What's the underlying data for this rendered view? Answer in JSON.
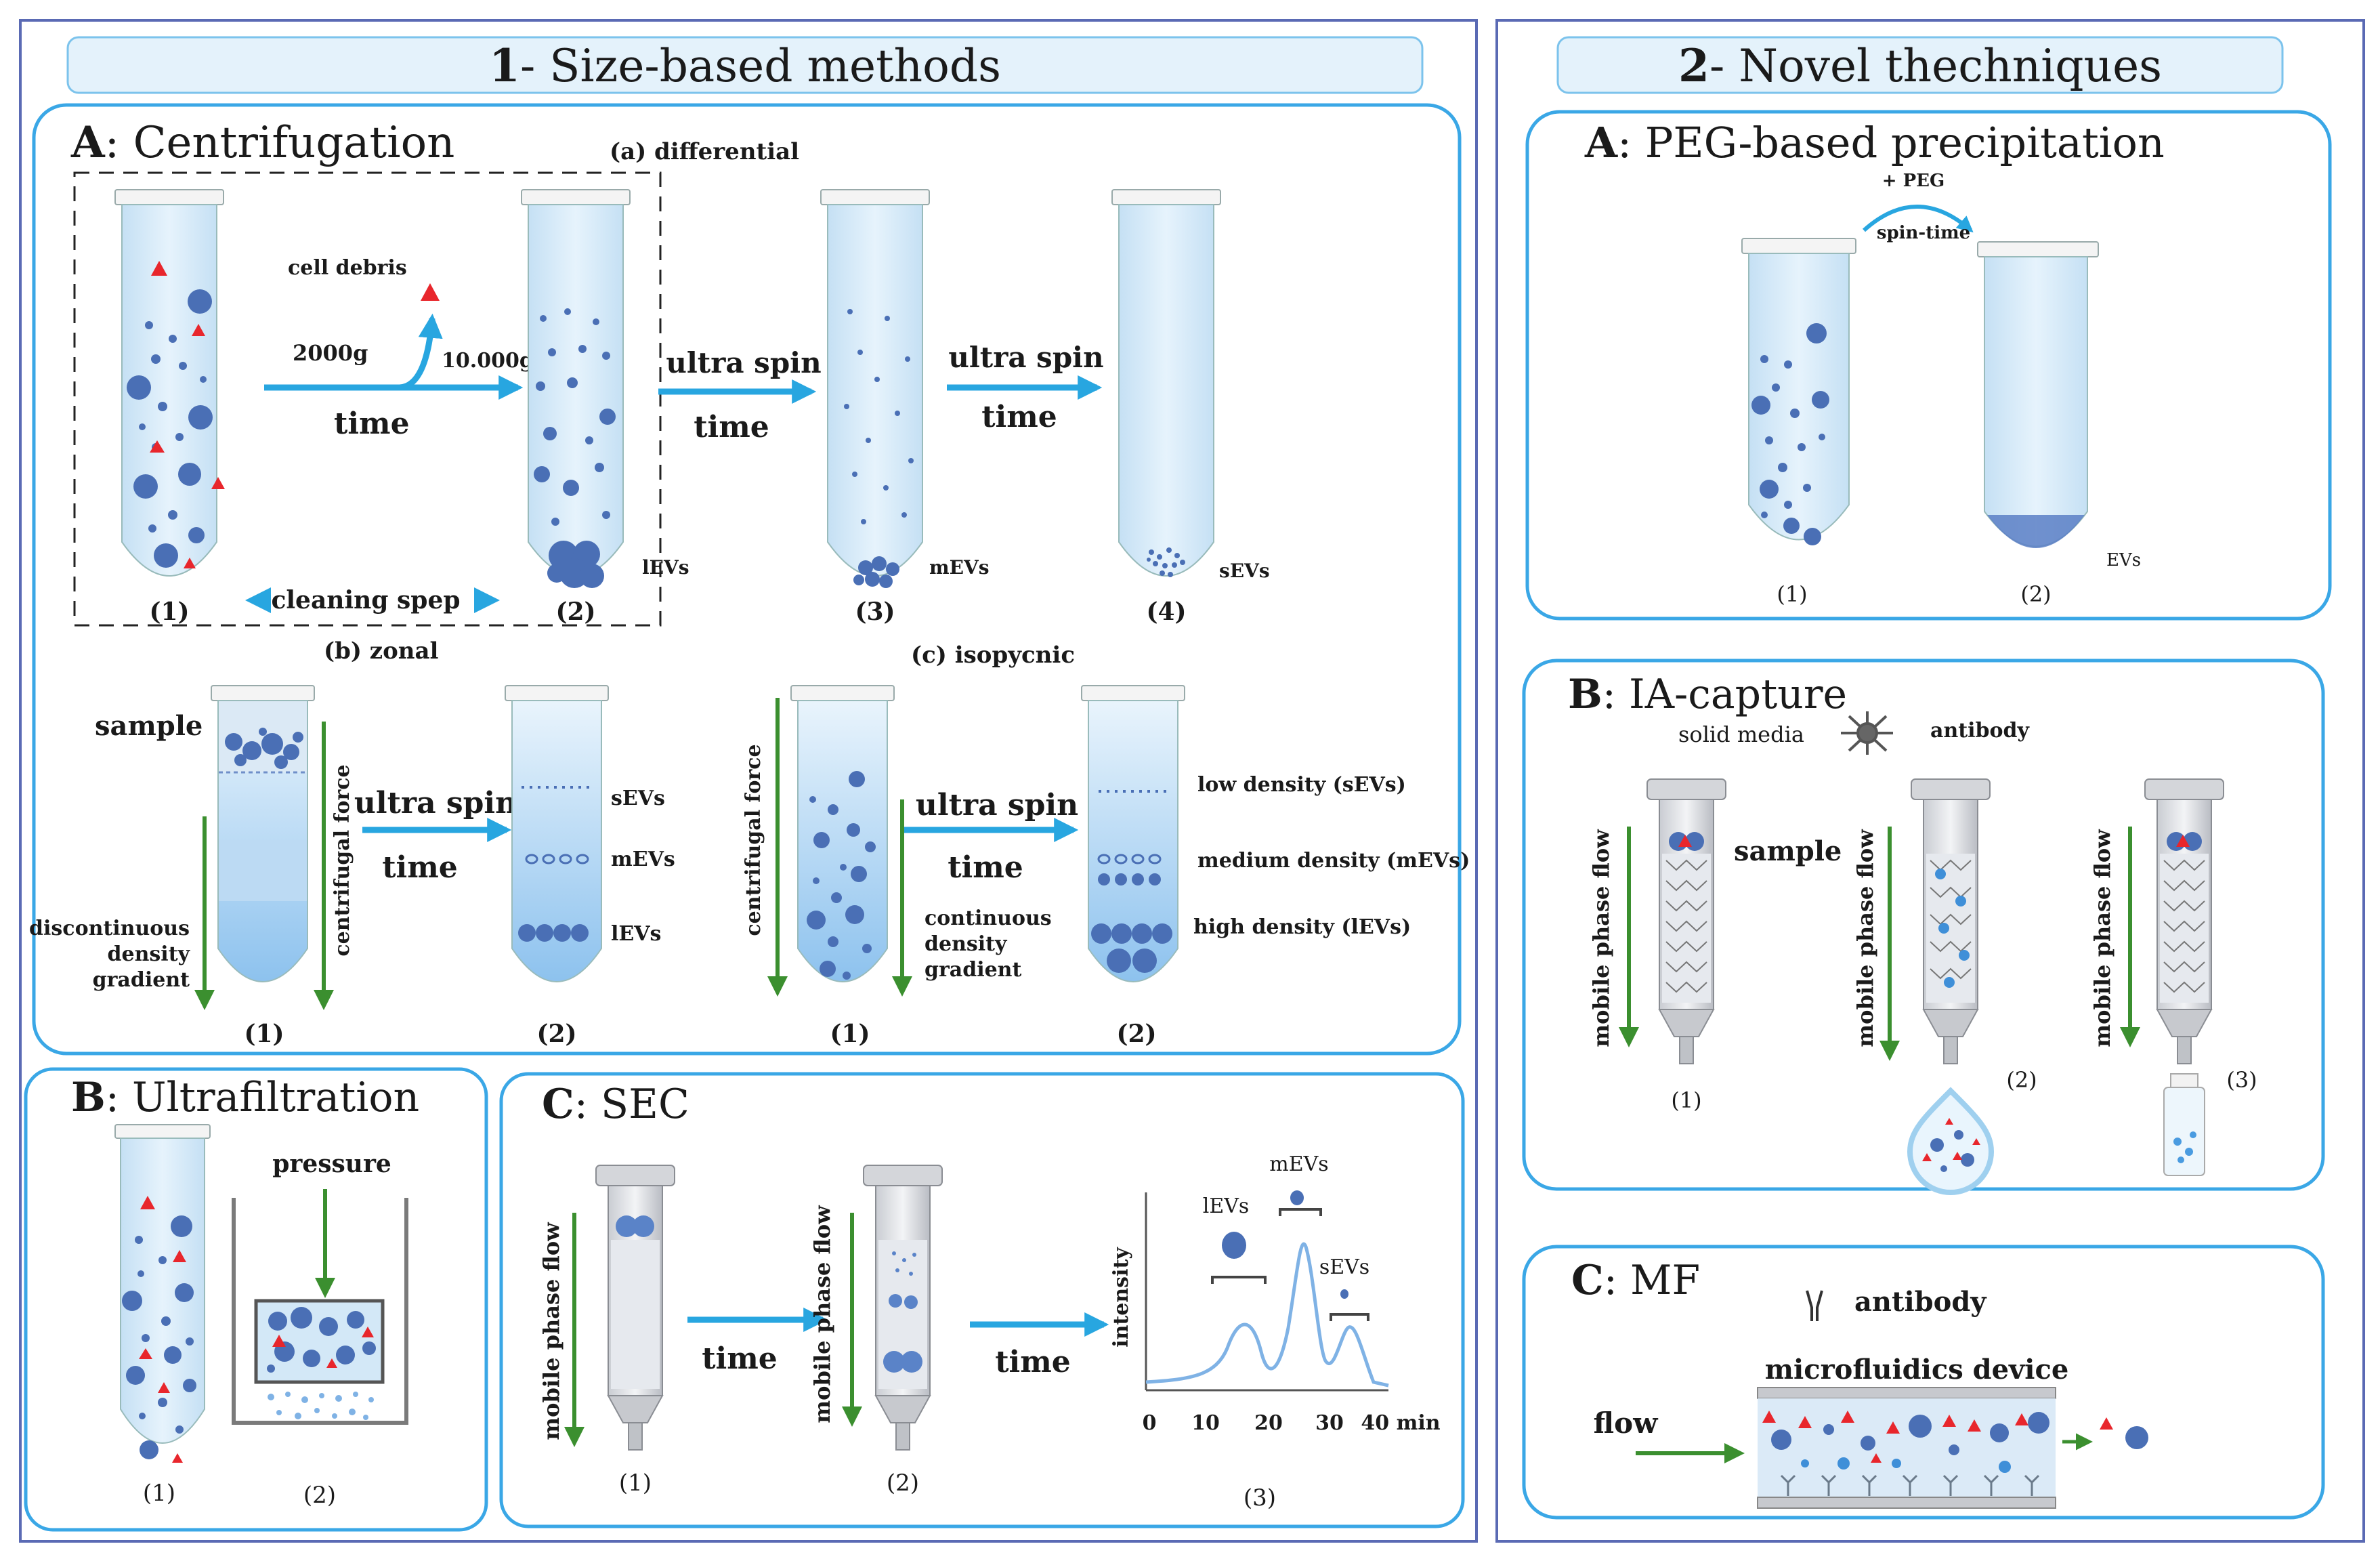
{
  "section1": {
    "num": "1",
    "title": "- Size-based methods",
    "A": {
      "letter": "A",
      "title": ": Centrifugation",
      "differential": "(a) differential",
      "cell_debris": "cell debris",
      "g2000": "2000g",
      "g10000": "10.000g",
      "time": "time",
      "ultra_spin": "ultra spin",
      "cleaning": "cleaning spep",
      "tube_labels": [
        "(1)",
        "(2)",
        "(3)",
        "(4)"
      ],
      "ev_labels": [
        "lEVs",
        "mEVs",
        "sEVs"
      ],
      "zonal": "(b) zonal",
      "isopycnic": "(c) isopycnic",
      "sample": "sample",
      "centrifugal_force": "centrifugal force",
      "discontinuous": [
        "discontinuous",
        "density",
        "gradient"
      ],
      "continuous": [
        "continuous",
        "density",
        "gradient"
      ],
      "zonal_bands": [
        "sEVs",
        "mEVs",
        "lEVs"
      ],
      "iso_bands": [
        "low density (sEVs)",
        "medium density (mEVs)",
        "high density (lEVs)"
      ],
      "sub_labels": [
        "(1)",
        "(2)"
      ]
    },
    "B": {
      "letter": "B",
      "title": ": Ultrafiltration",
      "pressure": "pressure",
      "labels": [
        "(1)",
        "(2)"
      ]
    },
    "C": {
      "letter": "C",
      "title": ": SEC",
      "mobile_phase_flow": "mobile phase flow",
      "time": "time",
      "labels": [
        "(1)",
        "(2)",
        "(3)"
      ],
      "intensity": "intensity",
      "peaks": [
        "lEVs",
        "mEVs",
        "sEVs"
      ],
      "xticks": [
        "0",
        "10",
        "20",
        "30",
        "40 min"
      ]
    }
  },
  "section2": {
    "num": "2",
    "title": "- Novel thechniques",
    "A": {
      "letter": "A",
      "title": ": PEG-based precipitation",
      "peg": "+ PEG",
      "spin_time": "spin-time",
      "evs": "EVs",
      "labels": [
        "(1)",
        "(2)"
      ]
    },
    "B": {
      "letter": "B",
      "title": ": IA-capture",
      "solid_media": "solid media",
      "antibody": "antibody",
      "sample": "sample",
      "mobile_phase_flow": "mobile phase flow",
      "labels": [
        "(1)",
        "(2)",
        "(3)"
      ]
    },
    "C": {
      "letter": "C",
      "title": ": MF",
      "antibody": "antibody",
      "device": "microfluidics device",
      "flow": "flow"
    }
  },
  "colors": {
    "panel_border": "#3aa7e6",
    "outer_border": "#5a6ab4",
    "tube_fill": "#d6ebf8",
    "particle": "#4a6fb5",
    "debris": "#e8262c",
    "arrow": "#28a6e0",
    "green_arrow": "#3b8f2f"
  }
}
